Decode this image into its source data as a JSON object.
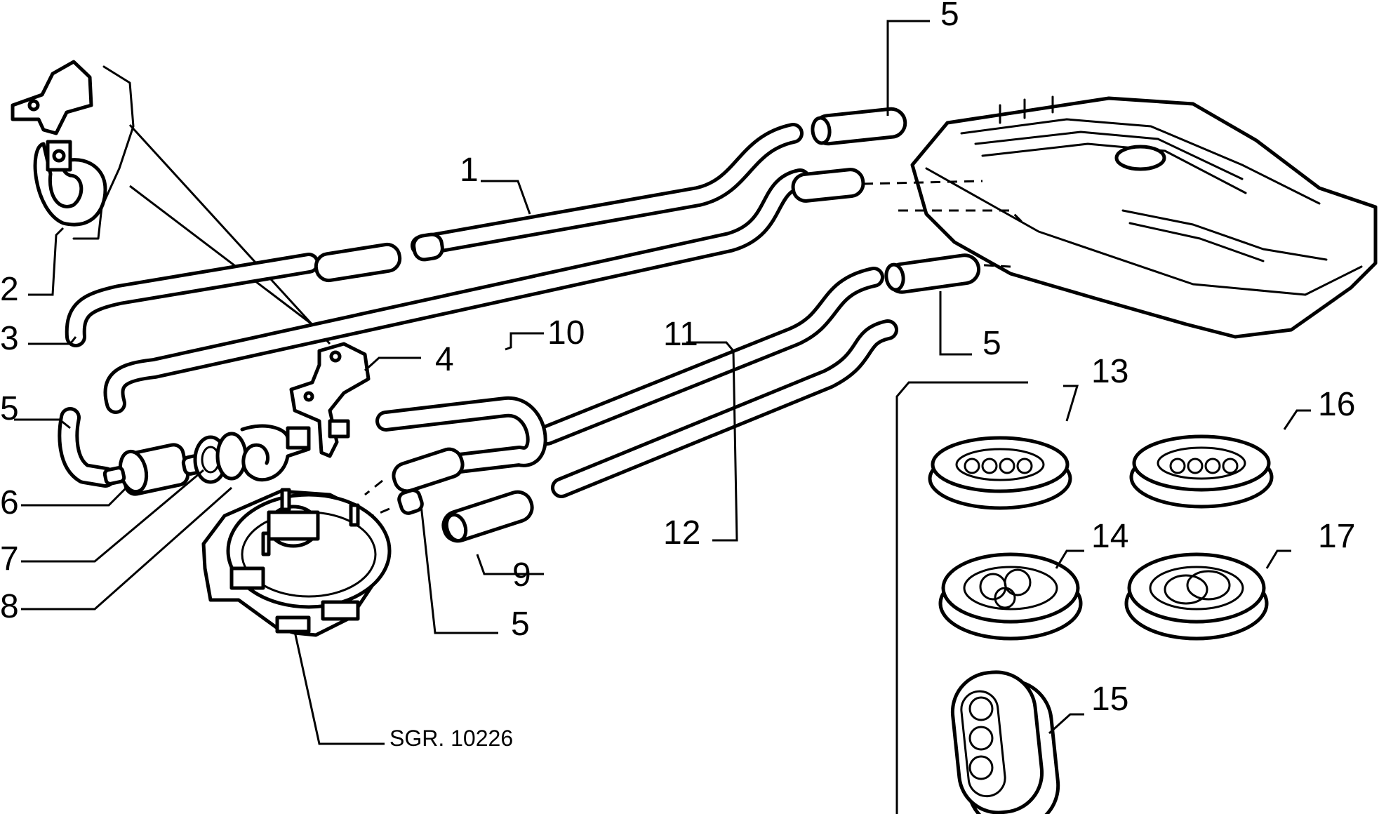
{
  "diagram": {
    "reference": "SGR. 10226",
    "callouts": [
      {
        "id": "c1",
        "text": "1"
      },
      {
        "id": "c2",
        "text": "2"
      },
      {
        "id": "c3",
        "text": "3"
      },
      {
        "id": "c4",
        "text": "4"
      },
      {
        "id": "c5a",
        "text": "5"
      },
      {
        "id": "c5b",
        "text": "5"
      },
      {
        "id": "c5c",
        "text": "5"
      },
      {
        "id": "c5d",
        "text": "5"
      },
      {
        "id": "c6",
        "text": "6"
      },
      {
        "id": "c7",
        "text": "7"
      },
      {
        "id": "c8",
        "text": "8"
      },
      {
        "id": "c9",
        "text": "9"
      },
      {
        "id": "c10",
        "text": "10"
      },
      {
        "id": "c11",
        "text": "11"
      },
      {
        "id": "c12",
        "text": "12"
      },
      {
        "id": "c13",
        "text": "13"
      },
      {
        "id": "c14",
        "text": "14"
      },
      {
        "id": "c15",
        "text": "15"
      },
      {
        "id": "c16",
        "text": "16"
      },
      {
        "id": "c17",
        "text": "17"
      }
    ]
  }
}
